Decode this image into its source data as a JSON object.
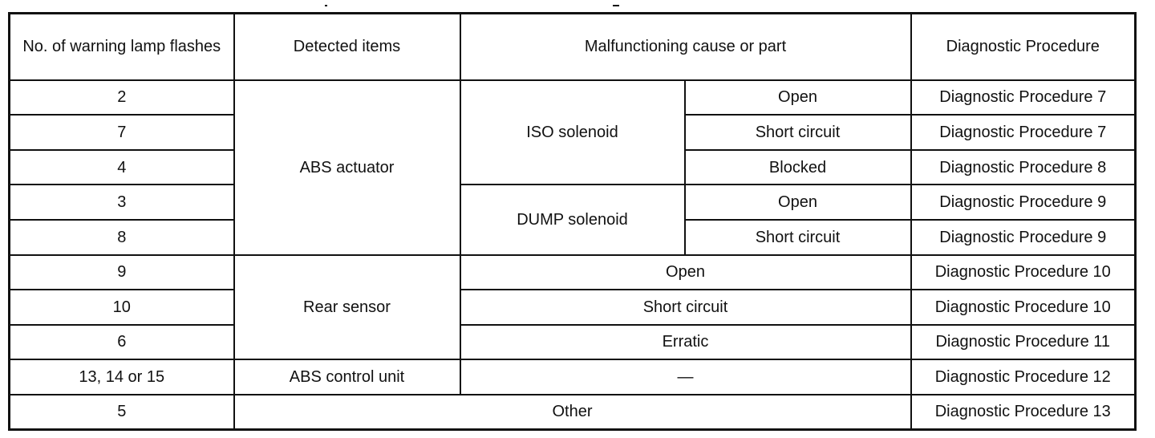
{
  "table": {
    "headers": {
      "flashes": "No. of warning lamp flashes",
      "detected": "Detected items",
      "cause": "Malfunctioning cause or part",
      "procedure": "Diagnostic Procedure"
    },
    "groups": {
      "abs_actuator": "ABS actuator",
      "iso_solenoid": "ISO solenoid",
      "dump_solenoid": "DUMP solenoid",
      "rear_sensor": "Rear sensor",
      "abs_control_unit": "ABS control unit",
      "other": "Other",
      "dash": "—"
    },
    "rows": [
      {
        "flashes": "2",
        "cause": "Open",
        "procedure": "Diagnostic Procedure 7"
      },
      {
        "flashes": "7",
        "cause": "Short circuit",
        "procedure": "Diagnostic Procedure 7"
      },
      {
        "flashes": "4",
        "cause": "Blocked",
        "procedure": "Diagnostic Procedure 8"
      },
      {
        "flashes": "3",
        "cause": "Open",
        "procedure": "Diagnostic Procedure 9"
      },
      {
        "flashes": "8",
        "cause": "Short circuit",
        "procedure": "Diagnostic Procedure 9"
      },
      {
        "flashes": "9",
        "cause": "Open",
        "procedure": "Diagnostic Procedure 10"
      },
      {
        "flashes": "10",
        "cause": "Short circuit",
        "procedure": "Diagnostic Procedure 10"
      },
      {
        "flashes": "6",
        "cause": "Erratic",
        "procedure": "Diagnostic Procedure 11"
      },
      {
        "flashes": "13, 14 or 15",
        "procedure": "Diagnostic Procedure 12"
      },
      {
        "flashes": "5",
        "procedure": "Diagnostic Procedure 13"
      }
    ]
  }
}
